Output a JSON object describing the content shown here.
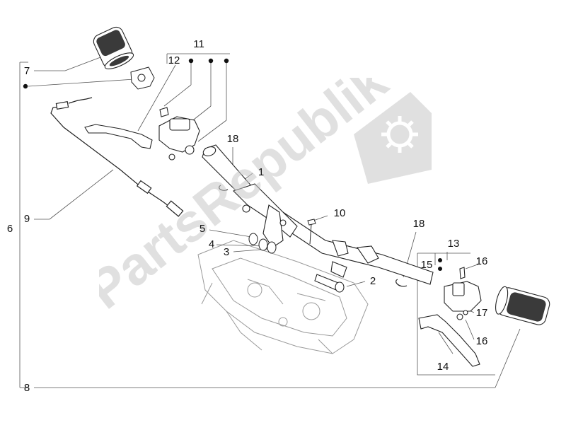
{
  "diagram": {
    "callouts": [
      "1",
      "2",
      "3",
      "4",
      "5",
      "6",
      "7",
      "8",
      "9",
      "10",
      "11",
      "12",
      "13",
      "14",
      "15",
      "16",
      "16",
      "17",
      "18",
      "18"
    ]
  },
  "watermark": {
    "text": "PartsRepublik",
    "icon": "gear-icon",
    "color": "#c8c8c8"
  },
  "colors": {
    "line": "#222222",
    "leader": "#555555",
    "part_fill": "#ffffff",
    "grip_dark": "#3a3a3a",
    "engine_line": "#9a9a9a"
  }
}
